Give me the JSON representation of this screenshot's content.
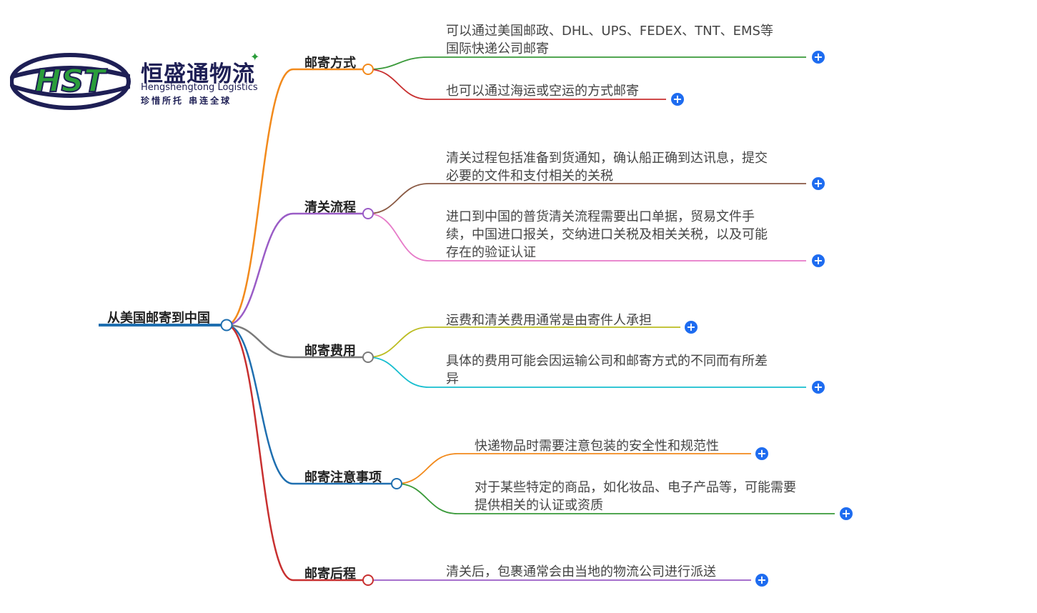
{
  "logo": {
    "emblem_text": "HST",
    "name_cn": "恒盛通物流",
    "name_en": "Hengshengtong Logistics",
    "slogan": "珍惜所托  串连全球",
    "colors": {
      "navy": "#1e1f55",
      "green": "#2a9d3a"
    }
  },
  "root": {
    "label": "从美国邮寄到中国",
    "color": "#1f6fb0"
  },
  "branches": [
    {
      "label": "邮寄方式",
      "color": "#f28a1c",
      "leaves": [
        {
          "lines": [
            "可以通过美国邮政、DHL、UPS、FEDEX、TNT、EMS等",
            "国际快递公司邮寄"
          ],
          "color": "#3a9a3a"
        },
        {
          "lines": [
            "也可以通过海运或空运的方式邮寄"
          ],
          "color": "#c83030"
        }
      ]
    },
    {
      "label": "清关流程",
      "color": "#9a5cc6",
      "leaves": [
        {
          "lines": [
            "清关过程包括准备到货通知，确认船正确到达讯息，提交",
            "必要的文件和支付相关的关税"
          ],
          "color": "#8a5a44"
        },
        {
          "lines": [
            "进口到中国的普货清关流程需要出口单据，贸易文件手",
            "续，中国进口报关，交纳进口关税及相关关税，以及可能",
            "存在的验证认证"
          ],
          "color": "#e67ac8"
        }
      ]
    },
    {
      "label": "邮寄费用",
      "color": "#7a7a7a",
      "leaves": [
        {
          "lines": [
            "运费和清关费用通常是由寄件人承担"
          ],
          "color": "#bcbd22"
        },
        {
          "lines": [
            "具体的费用可能会因运输公司和邮寄方式的不同而有所差",
            "异"
          ],
          "color": "#17becf"
        }
      ]
    },
    {
      "label": "邮寄注意事项",
      "color": "#1f6fb0",
      "leaves": [
        {
          "lines": [
            "快递物品时需要注意包装的安全性和规范性"
          ],
          "color": "#f28a1c"
        },
        {
          "lines": [
            "对于某些特定的商品，如化妆品、电子产品等，可能需要",
            "提供相关的认证或资质"
          ],
          "color": "#3a9a3a"
        }
      ]
    },
    {
      "label": "邮寄后程",
      "color": "#c83030",
      "leaves": [
        {
          "lines": [
            "清关后，包裹通常会由当地的物流公司进行派送"
          ],
          "color": "#9a5cc6"
        }
      ]
    }
  ],
  "expand_icon": "plus-circle-icon",
  "expand_color": "#1e6cf0"
}
